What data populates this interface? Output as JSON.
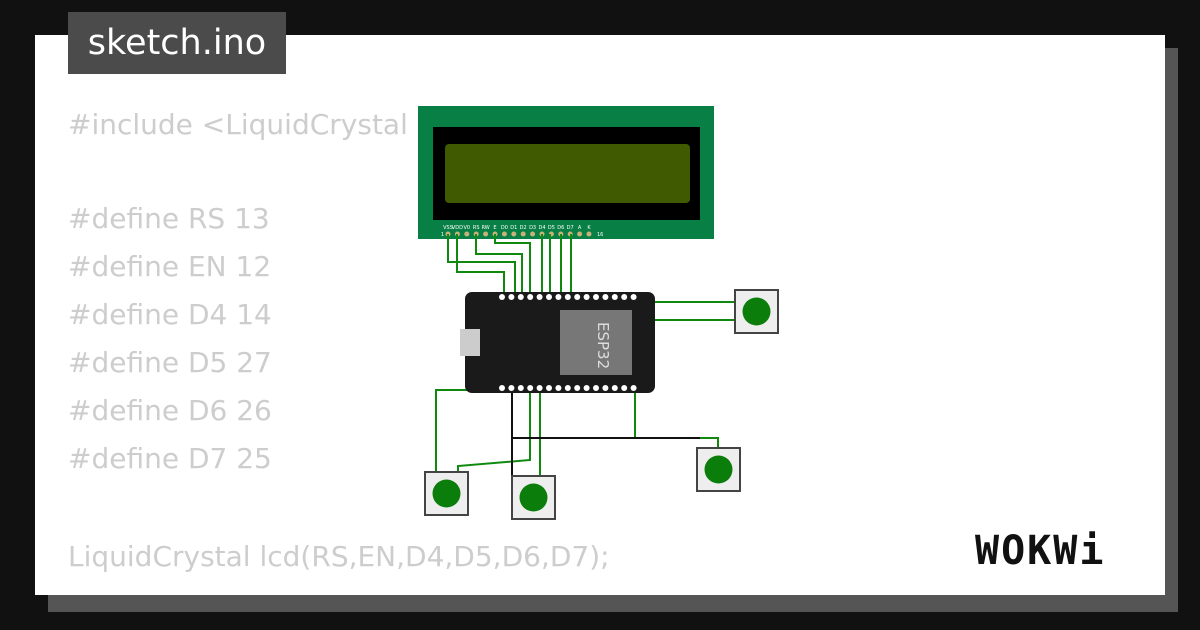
{
  "title": "sketch.ino",
  "code_lines": [
    "#include <LiquidCrystal",
    "#define RS 13",
    "#define EN 12",
    "#define D4 14",
    "#define D5 27",
    "#define D6 26",
    "#define D7 25",
    "LiquidCrystal lcd(RS,EN,D4,D5,D6,D7);"
  ],
  "circuit": {
    "lcd_pins": [
      "VSS",
      "VDD",
      "V0",
      "RS",
      "RW",
      "E",
      "D0",
      "D1",
      "D2",
      "D3",
      "D4",
      "D5",
      "D6",
      "D7",
      "A",
      "K"
    ],
    "lcd_pin_first": "1",
    "lcd_pin_last": "16",
    "mcu_label": "ESP32",
    "button_color": "#0a7d0a",
    "wire_color": "#0f8a0f",
    "lcd_board_color": "#087f45",
    "lcd_screen_color": "#3f5a00"
  },
  "logo": "WOKWi"
}
